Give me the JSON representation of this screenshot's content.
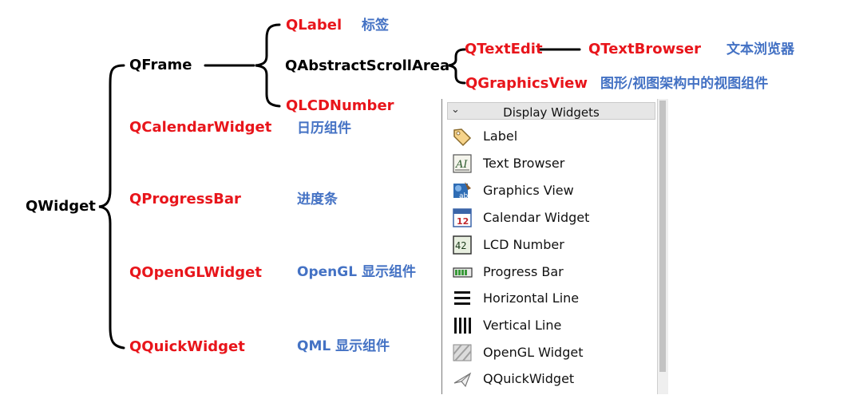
{
  "tree": {
    "root": "QWidget",
    "qframe": "QFrame",
    "qlabel": "QLabel",
    "qlabel_desc": "标签",
    "qabstractscrollarea": "QAbstractScrollArea",
    "qtextedit": "QTextEdit",
    "qtextbrowser": "QTextBrowser",
    "qtextbrowser_desc": "文本浏览器",
    "qgraphicsview": "QGraphicsView",
    "qgraphicsview_desc": "图形/视图架构中的视图组件",
    "qlcdnumber": "QLCDNumber",
    "qcalendarwidget": "QCalendarWidget",
    "qcalendarwidget_desc": "日历组件",
    "qprogressbar": "QProgressBar",
    "qprogressbar_desc": "进度条",
    "qopenglwidget": "QOpenGLWidget",
    "qopenglwidget_desc": "OpenGL 显示组件",
    "qquickwidget": "QQuickWidget",
    "qquickwidget_desc": "QML 显示组件"
  },
  "panel": {
    "header": "Display Widgets",
    "items": [
      {
        "label": "Label",
        "icon": "label-tag-icon"
      },
      {
        "label": "Text Browser",
        "icon": "text-browser-icon"
      },
      {
        "label": "Graphics View",
        "icon": "graphics-view-icon"
      },
      {
        "label": "Calendar Widget",
        "icon": "calendar-icon"
      },
      {
        "label": "LCD Number",
        "icon": "lcd-number-icon"
      },
      {
        "label": "Progress Bar",
        "icon": "progress-bar-icon"
      },
      {
        "label": "Horizontal Line",
        "icon": "horizontal-line-icon"
      },
      {
        "label": "Vertical Line",
        "icon": "vertical-line-icon"
      },
      {
        "label": "OpenGL Widget",
        "icon": "opengl-widget-icon"
      },
      {
        "label": "QQuickWidget",
        "icon": "quick-widget-icon"
      }
    ]
  },
  "colors": {
    "class_red": "#e8151b",
    "desc_blue": "#4472c4",
    "text_black": "#000000"
  }
}
